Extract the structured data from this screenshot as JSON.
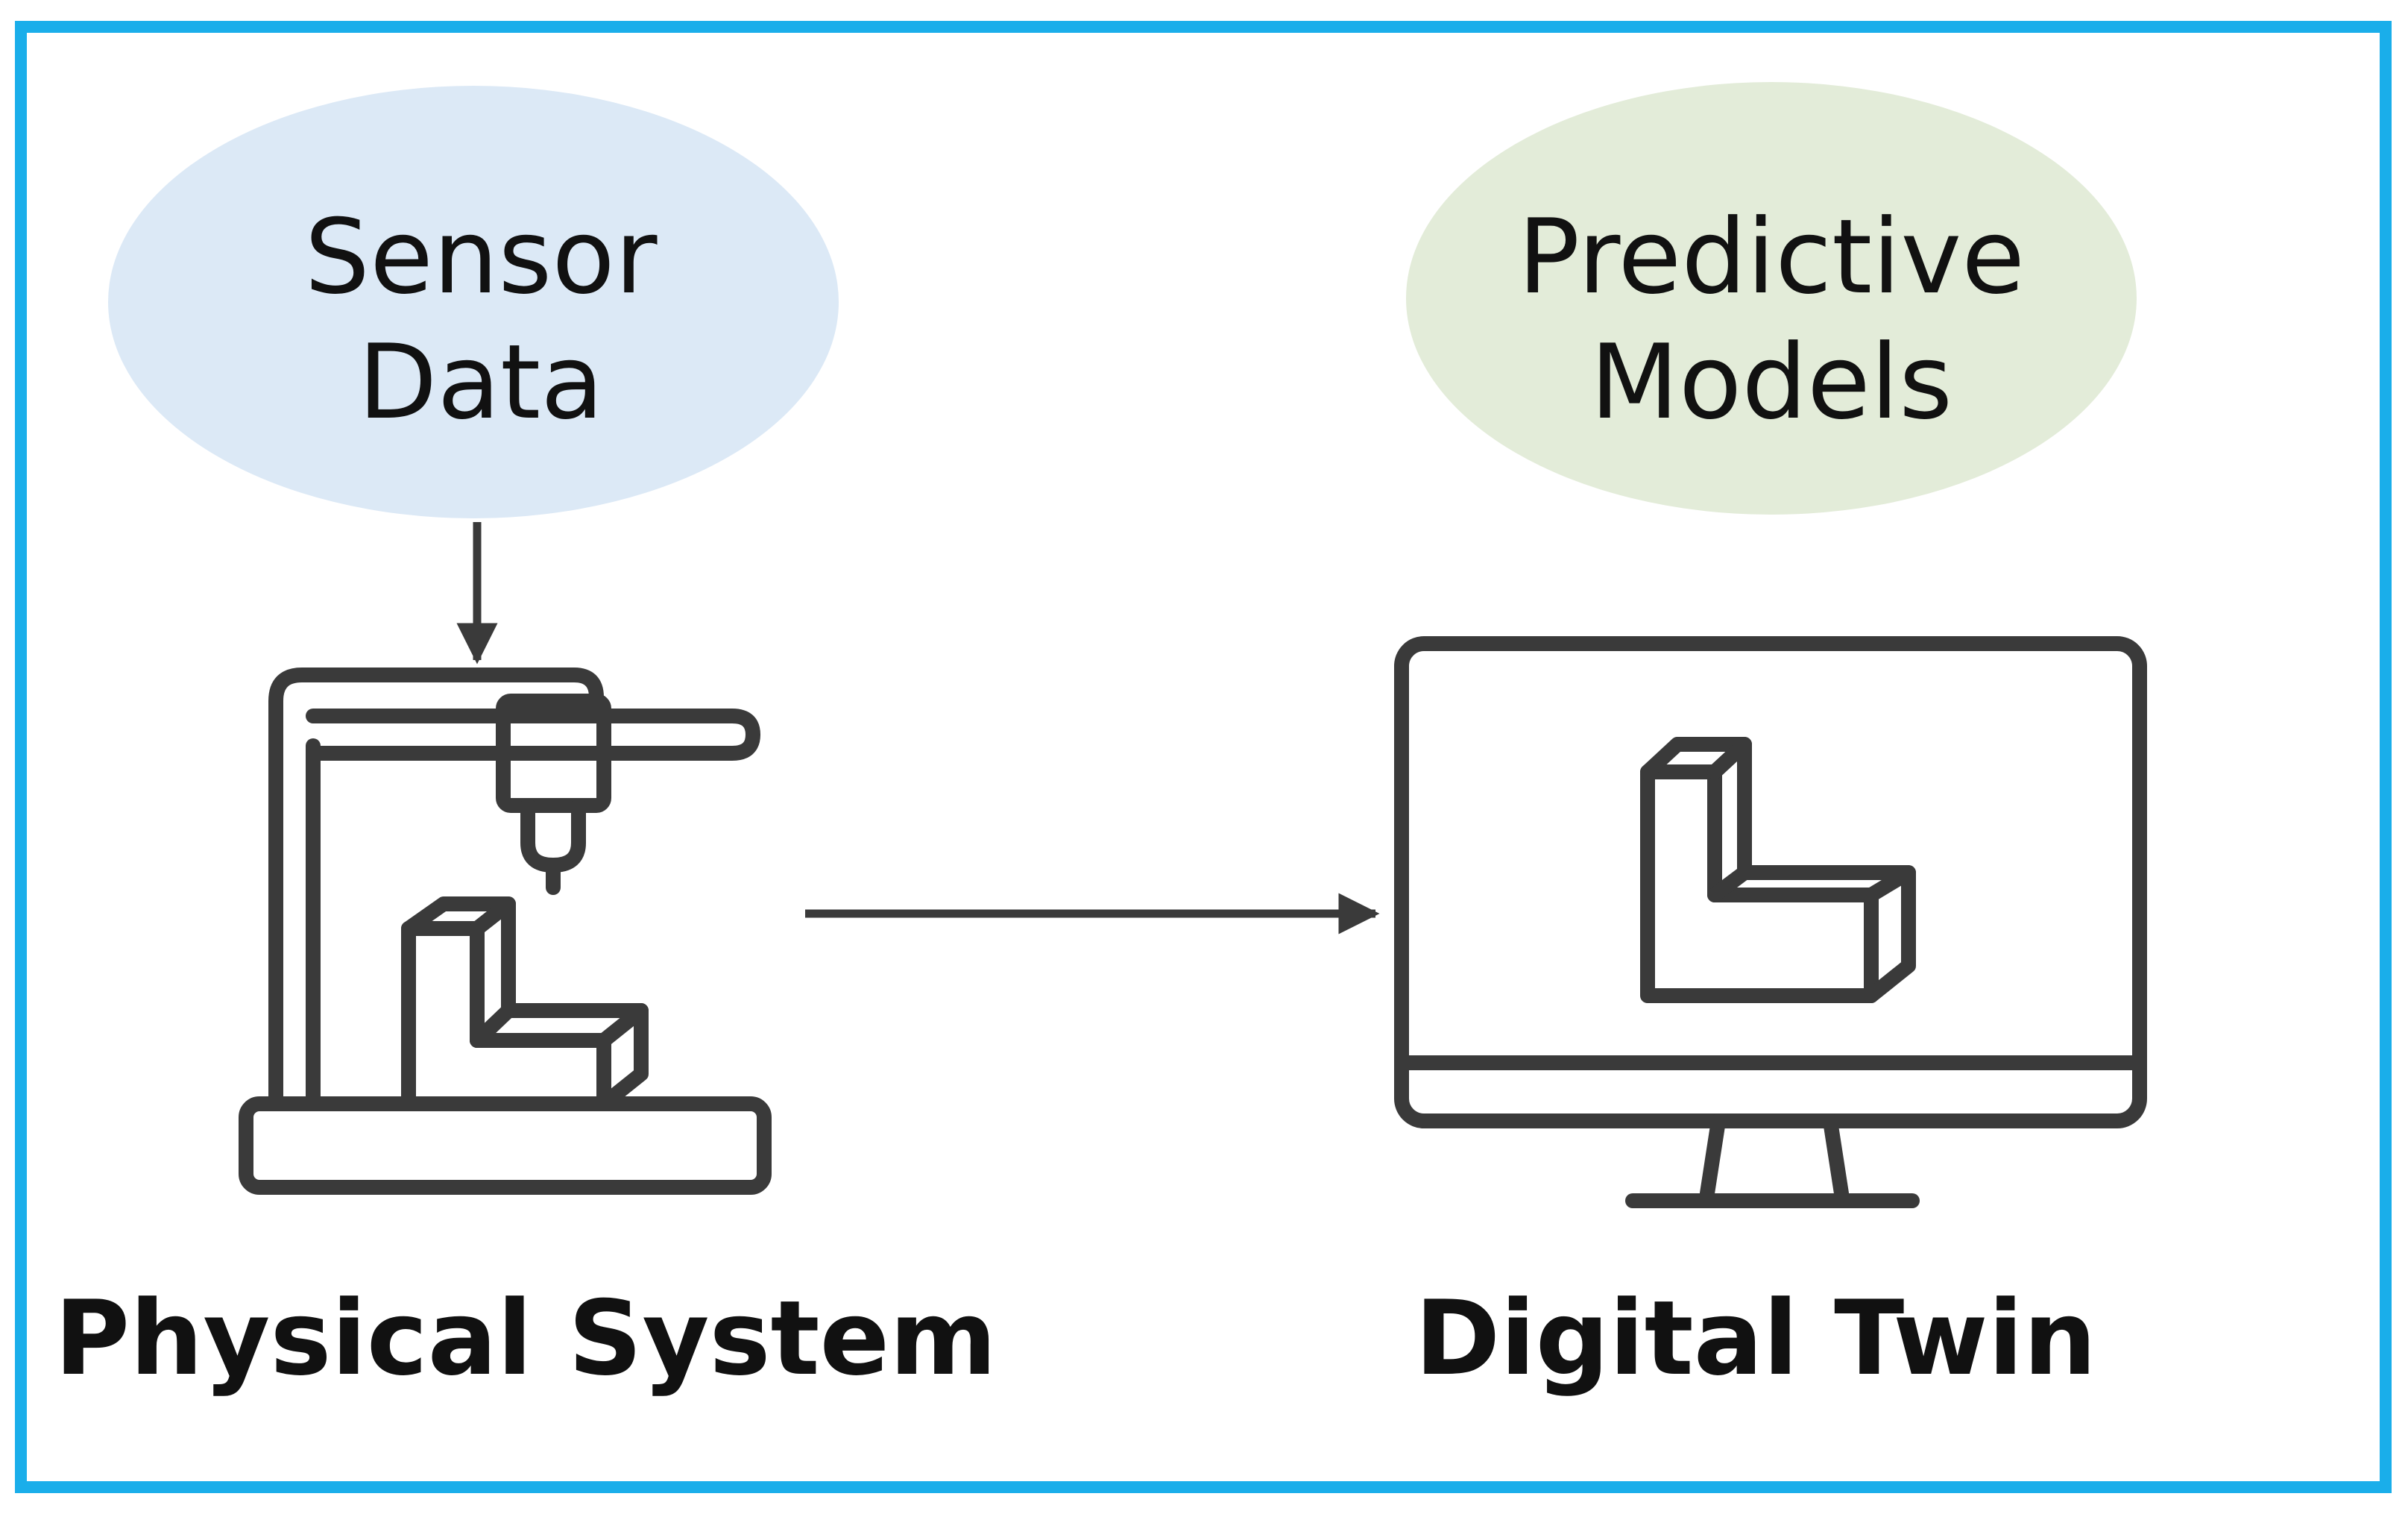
{
  "colors": {
    "frame": "#1aaeea",
    "sensor_fill": "#dce9f6",
    "models_fill": "#e3ecd9",
    "line": "#3a3a3a",
    "shade": "#c2c2c2",
    "text": "#111111"
  },
  "nodes": {
    "sensor_data": {
      "line1": "Sensor",
      "line2": "Data"
    },
    "predictive_models": {
      "line1": "Predictive",
      "line2": "Models"
    }
  },
  "captions": {
    "physical": "Physical System",
    "digital": "Digital Twin"
  },
  "icons": {
    "physical": "3d-printer-icon",
    "digital": "monitor-icon"
  }
}
